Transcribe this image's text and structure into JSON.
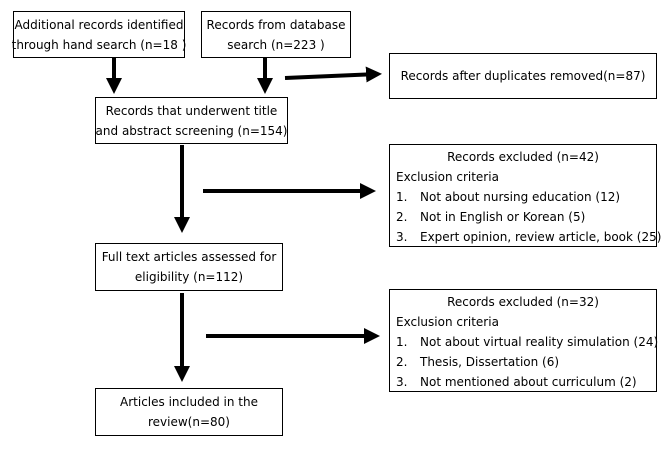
{
  "boxes": {
    "hand_search": {
      "lines": [
        "Additional records identified",
        "through hand search (n=18 )"
      ]
    },
    "database": {
      "lines": [
        "Records from database",
        "search (n=223 )"
      ]
    },
    "duplicates": {
      "lines": [
        "Records after duplicates removed(n=87)"
      ]
    },
    "screening": {
      "lines": [
        "Records that underwent title",
        "and abstract screening (n=154)"
      ]
    },
    "excluded_1": {
      "title": "Records excluded (n=42)",
      "criteria_label": "Exclusion criteria",
      "items": [
        {
          "num": "1.",
          "text": "Not about nursing education (12)"
        },
        {
          "num": "2.",
          "text": "Not in English or Korean (5)"
        },
        {
          "num": "3.",
          "text": "Expert opinion, review article, book (25)"
        }
      ]
    },
    "full_text": {
      "lines": [
        "Full text articles assessed for",
        "eligibility (n=112)"
      ]
    },
    "excluded_2": {
      "title": "Records excluded (n=32)",
      "criteria_label": "Exclusion criteria",
      "items": [
        {
          "num": "1.",
          "text": "Not about virtual reality simulation (24)"
        },
        {
          "num": "2.",
          "text": "Thesis, Dissertation (6)"
        },
        {
          "num": "3.",
          "text": "Not mentioned about curriculum (2)"
        }
      ]
    },
    "included": {
      "lines": [
        "Articles included in the",
        "review(n=80)"
      ]
    }
  },
  "colors": {
    "stroke": "#000000",
    "background": "#ffffff"
  }
}
